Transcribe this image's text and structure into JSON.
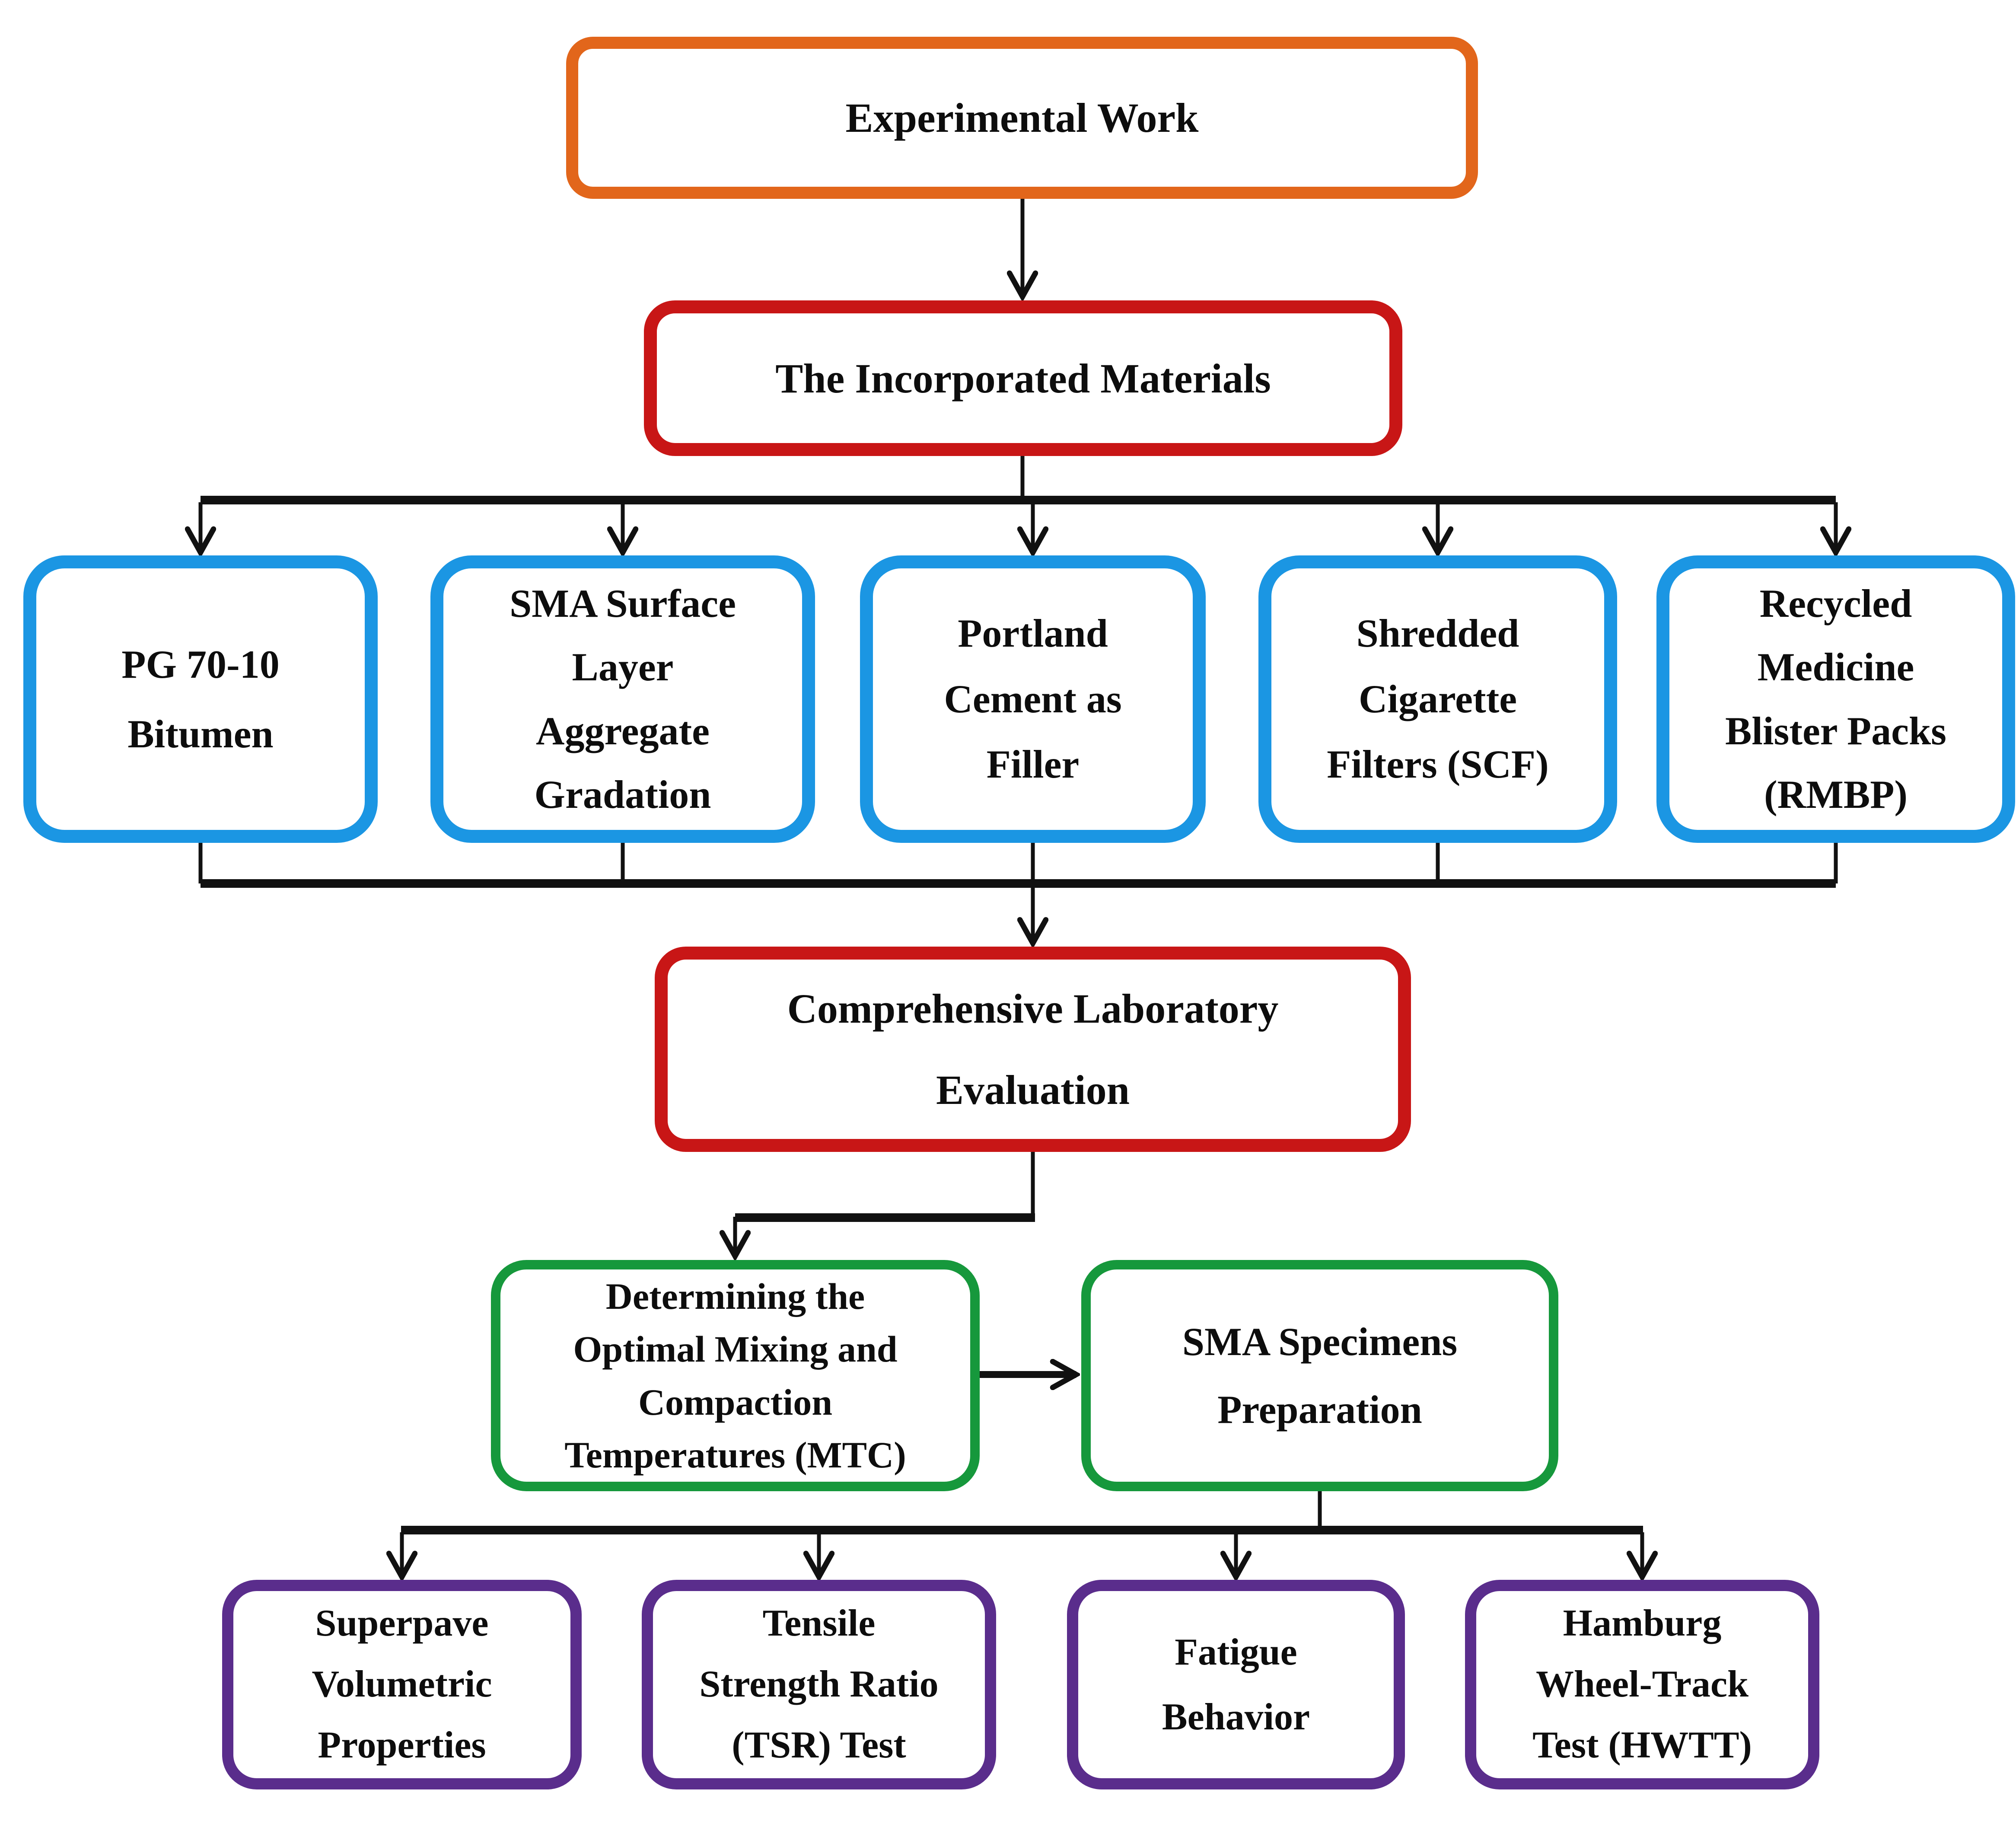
{
  "diagram": {
    "title": "Experimental work flowchart",
    "colors": {
      "level1_orange": "#e2661b",
      "level2_red": "#c81616",
      "materials_blue": "#1b96e3",
      "process_green": "#16983c",
      "tests_purple": "#5a2d8c",
      "connector_black": "#111111",
      "text": "#0d0d0d",
      "background": "#ffffff"
    },
    "nodes": [
      {
        "id": "experimental-work",
        "color": "#e2661b",
        "label": "Experimental Work"
      },
      {
        "id": "incorporated-materials",
        "color": "#c81616",
        "label": "The Incorporated Materials"
      },
      {
        "id": "pg-70-10-bitumen",
        "color": "#1b96e3",
        "label": "PG 70-10\nBitumen"
      },
      {
        "id": "sma-aggregate-gradation",
        "color": "#1b96e3",
        "label": "SMA Surface\nLayer\nAggregate\nGradation"
      },
      {
        "id": "portland-cement-filler",
        "color": "#1b96e3",
        "label": "Portland\nCement as\nFiller"
      },
      {
        "id": "shredded-cigarette-filters",
        "color": "#1b96e3",
        "label": "Shredded\nCigarette\nFilters (SCF)"
      },
      {
        "id": "recycled-blister-packs",
        "color": "#1b96e3",
        "label": "Recycled\nMedicine\nBlister Packs\n(RMBP)"
      },
      {
        "id": "comprehensive-lab-evaluation",
        "color": "#c81616",
        "label": "Comprehensive Laboratory\nEvaluation"
      },
      {
        "id": "determining-mtc",
        "color": "#16983c",
        "label": "Determining the\nOptimal Mixing and\nCompaction\nTemperatures (MTC)"
      },
      {
        "id": "sma-specimens-preparation",
        "color": "#16983c",
        "label": "SMA Specimens\nPreparation"
      },
      {
        "id": "superpave-volumetric",
        "color": "#5a2d8c",
        "label": "Superpave\nVolumetric\nProperties"
      },
      {
        "id": "tsr-test",
        "color": "#5a2d8c",
        "label": "Tensile\nStrength Ratio\n(TSR) Test"
      },
      {
        "id": "fatigue-behavior",
        "color": "#5a2d8c",
        "label": "Fatigue\nBehavior"
      },
      {
        "id": "hwtt-test",
        "color": "#5a2d8c",
        "label": "Hamburg\nWheel-Track\nTest (HWTT)"
      }
    ]
  }
}
